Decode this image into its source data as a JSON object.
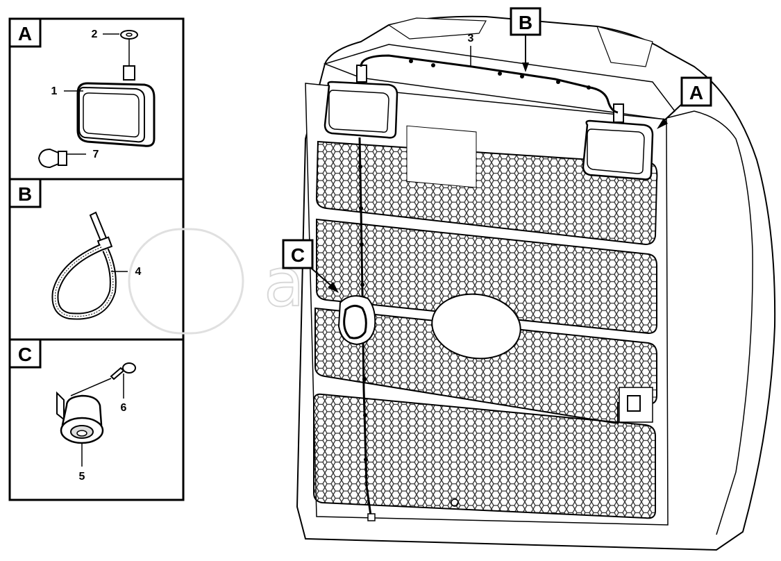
{
  "panels": [
    {
      "letter": "A",
      "callouts": [
        "2",
        "1",
        "7"
      ]
    },
    {
      "letter": "B",
      "callouts": [
        "4"
      ]
    },
    {
      "letter": "C",
      "callouts": [
        "6",
        "5"
      ]
    }
  ],
  "main_view": {
    "box_labels": [
      "B",
      "A",
      "C"
    ],
    "callouts": [
      "3"
    ]
  },
  "watermark": {
    "text": "a>au"
  },
  "colors": {
    "line": "#000000",
    "background": "#ffffff",
    "watermark": "#d8d8d8",
    "grille": "#444444"
  }
}
